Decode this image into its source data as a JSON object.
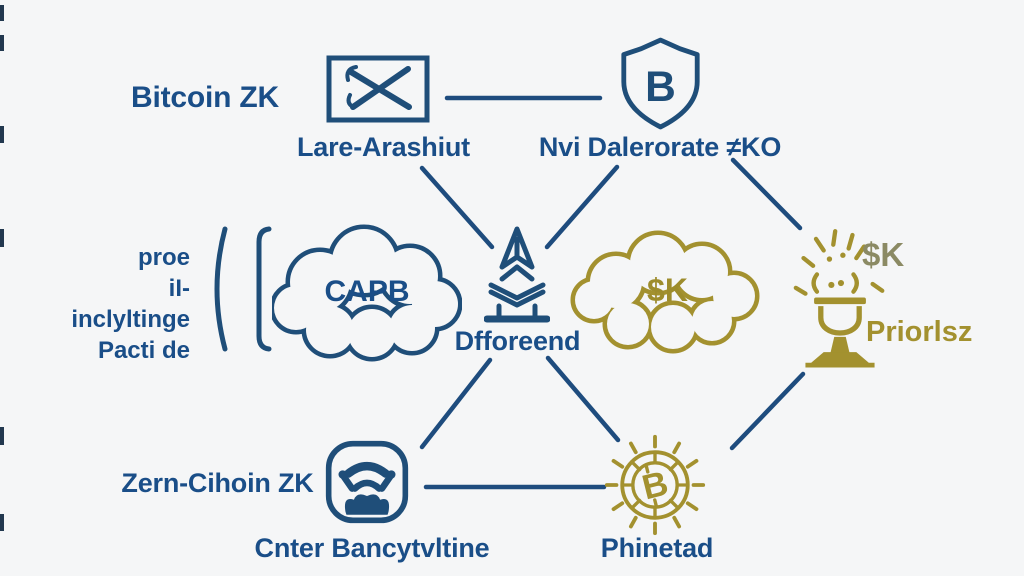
{
  "colors": {
    "background": "#f5f6f7",
    "navy": "#1f4e79",
    "label_blue": "#1a4e88",
    "gold": "#a3912f",
    "gold_text": "#9d8c2c",
    "muted_gold": "#8b8a64"
  },
  "nodes": {
    "bitcoin_zk_label": "Bitcoin ZK",
    "toolbox": {
      "icon": "crossed-tools-box-icon",
      "label": "Lare-Arashiut"
    },
    "shield": {
      "icon": "shield-icon",
      "letter": "B",
      "label": "Nvi Dalerorate ≠KO"
    },
    "left_note": {
      "lines": [
        "proe",
        "iI-inclyltinge",
        "Pacti de"
      ]
    },
    "cloud_capb": {
      "icon": "cloud-icon",
      "text": "CAPB"
    },
    "monument": {
      "icon": "arrow-monument-icon",
      "label": "Dfforeend"
    },
    "cloud_sk": {
      "icon": "cloud-icon",
      "text": "$K"
    },
    "prize": {
      "icon": "trophy-sparks-icon",
      "value": "$K",
      "label": "Priorlsz"
    },
    "zern_label": "Zern-Cihoin ZK",
    "badge": {
      "icon": "face-badge-icon",
      "label": "Cnter Bancytvltine"
    },
    "coin": {
      "icon": "bitcoin-coin-icon",
      "letter": "B",
      "symbol_name": "bitcoin-sign",
      "label": "Phinetad"
    }
  }
}
